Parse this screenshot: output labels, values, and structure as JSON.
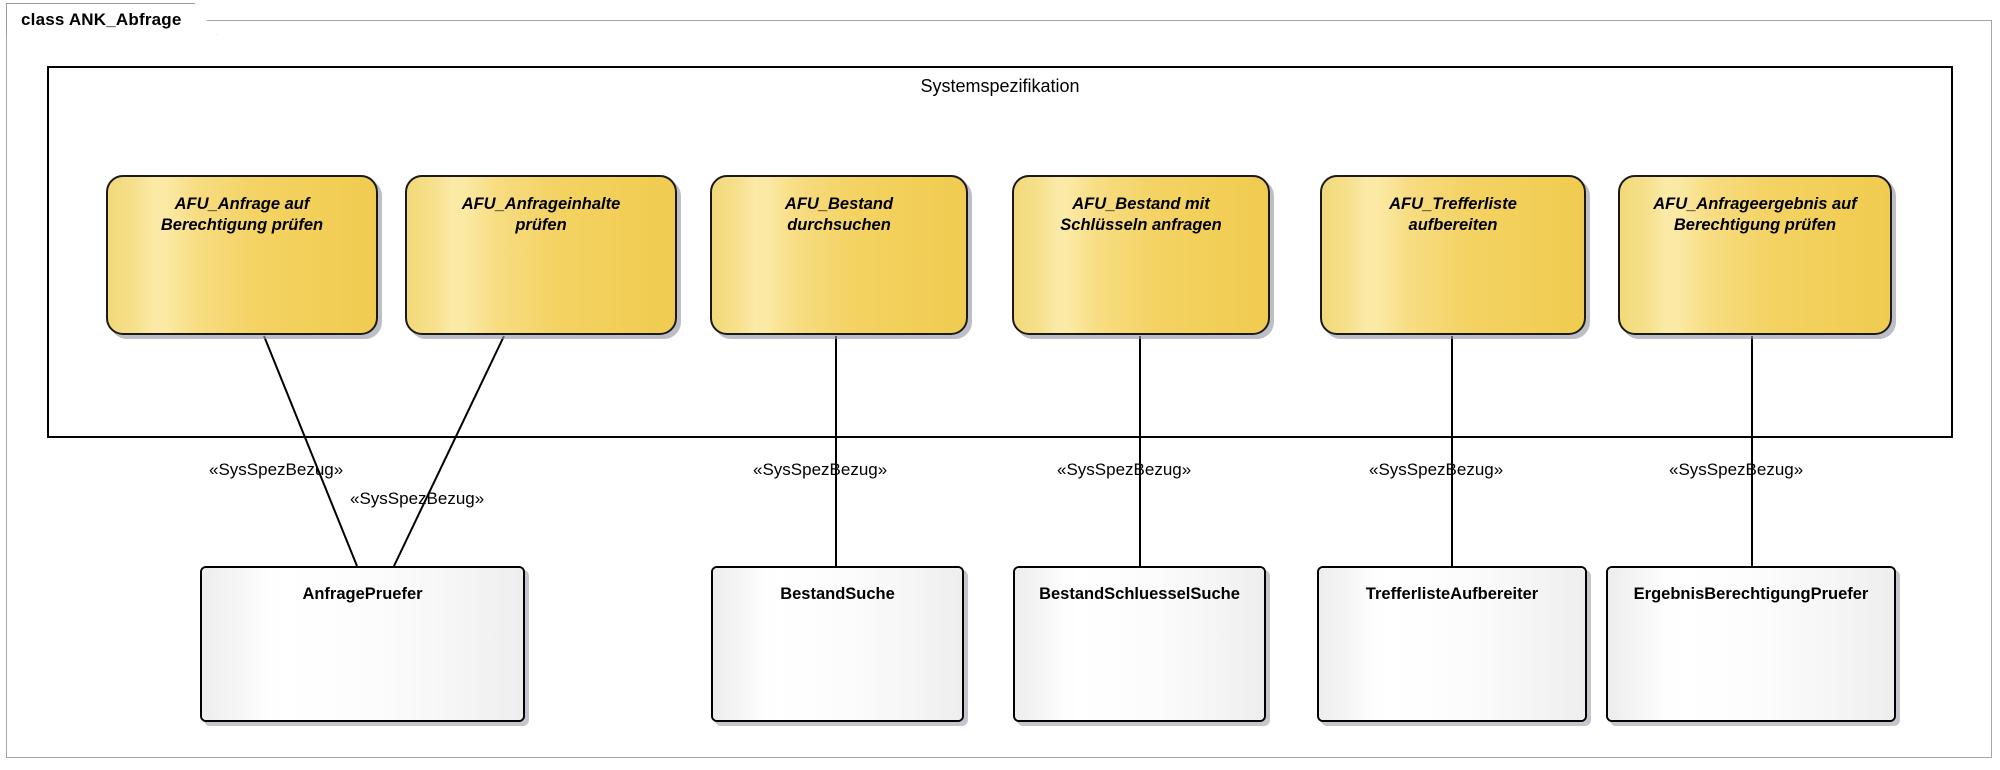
{
  "diagram": {
    "tab_label": "class ANK_Abfrage",
    "package_label": "Systemspezifikation",
    "stereotype": "«SysSpezBezug»",
    "colors": {
      "requirement_fill": "#f4d364",
      "requirement_border": "#1a1a1a",
      "class_fill": "#f4f4f4",
      "class_border": "#000000",
      "frame_border": "#000000",
      "shadow": "#9696a5"
    }
  },
  "requirements": [
    {
      "name": "AFU_Anfrage auf Berechtigung prüfen",
      "line1": "AFU_Anfrage auf",
      "line2": "Berechtigung prüfen"
    },
    {
      "name": "AFU_Anfrageinhalte prüfen",
      "line1": "AFU_Anfrageinhalte",
      "line2": "prüfen"
    },
    {
      "name": "AFU_Bestand durchsuchen",
      "line1": "AFU_Bestand",
      "line2": "durchsuchen"
    },
    {
      "name": "AFU_Bestand mit Schlüsseln anfragen",
      "line1": "AFU_Bestand mit",
      "line2": "Schlüsseln anfragen"
    },
    {
      "name": "AFU_Trefferliste aufbereiten",
      "line1": "AFU_Trefferliste",
      "line2": "aufbereiten"
    },
    {
      "name": "AFU_Anfrageergebnis auf Berechtigung prüfen",
      "line1": "AFU_Anfrageergebnis auf",
      "line2": "Berechtigung prüfen"
    }
  ],
  "classes": [
    {
      "name": "AnfragePruefer"
    },
    {
      "name": "BestandSuche"
    },
    {
      "name": "BestandSchluesselSuche"
    },
    {
      "name": "TrefferlisteAufbereiter"
    },
    {
      "name": "ErgebnisBerechtigungPruefer"
    }
  ],
  "connectors": [
    {
      "from": "AFU_Anfrage auf Berechtigung prüfen",
      "to": "AnfragePruefer",
      "label": "«SysSpezBezug»"
    },
    {
      "from": "AFU_Anfrageinhalte prüfen",
      "to": "AnfragePruefer",
      "label": "«SysSpezBezug»"
    },
    {
      "from": "AFU_Bestand durchsuchen",
      "to": "BestandSuche",
      "label": "«SysSpezBezug»"
    },
    {
      "from": "AFU_Bestand mit Schlüsseln anfragen",
      "to": "BestandSchluesselSuche",
      "label": "«SysSpezBezug»"
    },
    {
      "from": "AFU_Trefferliste aufbereiten",
      "to": "TrefferlisteAufbereiter",
      "label": "«SysSpezBezug»"
    },
    {
      "from": "AFU_Anfrageergebnis auf Berechtigung prüfen",
      "to": "ErgebnisBerechtigungPruefer",
      "label": "«SysSpezBezug»"
    }
  ]
}
